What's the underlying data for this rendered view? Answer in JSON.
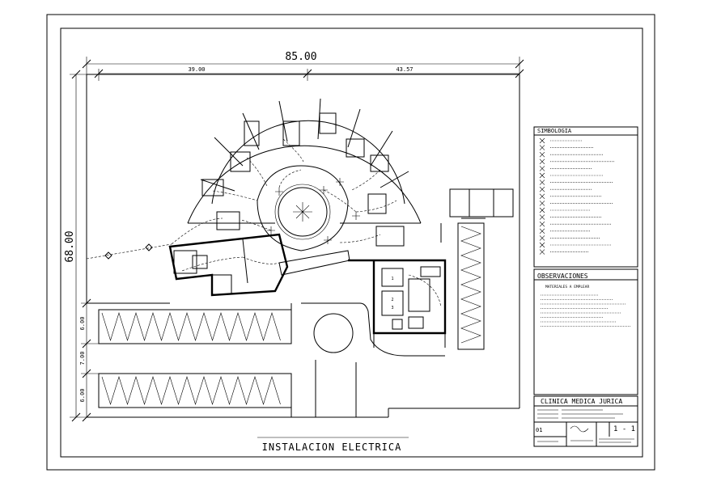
{
  "drawing": {
    "title": "INSTALACION ELECTRICA",
    "dimensions": {
      "total_width": "85.00",
      "left_segment": "39.00",
      "right_segment": "43.57",
      "total_height": "68.00",
      "parking_a": "6.00",
      "aisle": "7.00",
      "parking_b": "6.00"
    },
    "panel_labels": [
      "1",
      "2",
      "3"
    ]
  },
  "legend": {
    "title": "SIMBOLOGIA",
    "observations_title": "OBSERVACIONES",
    "materials_heading": "MATERIALES A EMPLEAR"
  },
  "title_block": {
    "project": "CLINICA MEDICA JURICA",
    "sheet_number": "01",
    "scale": "1 - 1"
  }
}
